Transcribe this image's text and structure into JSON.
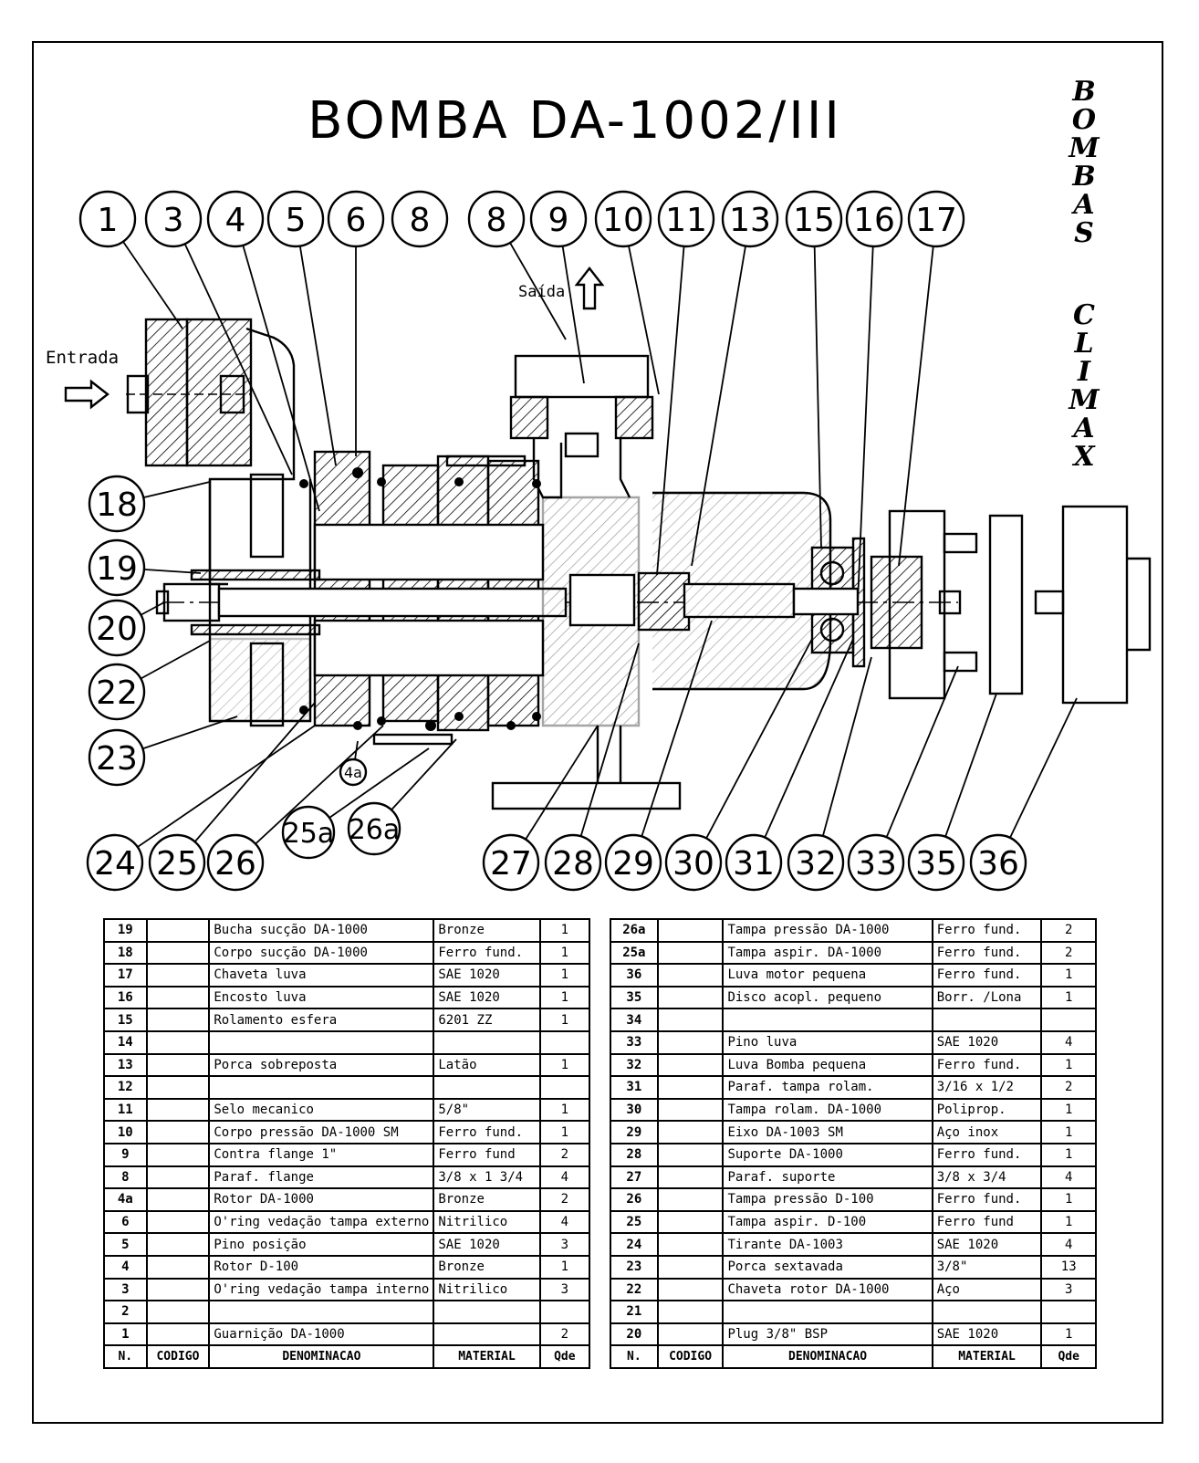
{
  "title": "BOMBA  DA-1002/III",
  "brand": {
    "line1": [
      "B",
      "O",
      "M",
      "B",
      "A",
      "S"
    ],
    "line2": [
      "C",
      "L",
      "I",
      "M",
      "A",
      "X"
    ]
  },
  "annotations": {
    "inlet": "Entrada",
    "outlet": "Saída"
  },
  "callouts_top": [
    "1",
    "3",
    "4",
    "5",
    "6",
    "8",
    "8",
    "9",
    "10",
    "11",
    "13",
    "15",
    "16",
    "17"
  ],
  "callouts_left": [
    "18",
    "19",
    "20",
    "22",
    "23"
  ],
  "callouts_bottom": [
    "24",
    "25",
    "26",
    "25a",
    "26a",
    "27",
    "28",
    "29",
    "30",
    "31",
    "32",
    "33",
    "35",
    "36"
  ],
  "callout_small": "4a",
  "table": {
    "headers": [
      "N.",
      "CODIGO",
      "DENOMINACAO",
      "MATERIAL",
      "Qde"
    ],
    "left_rows": [
      [
        "19",
        "",
        "Bucha sucção DA-1000",
        "Bronze",
        "1"
      ],
      [
        "18",
        "",
        "Corpo sucção DA-1000",
        "Ferro fund.",
        "1"
      ],
      [
        "17",
        "",
        "Chaveta luva",
        "SAE 1020",
        "1"
      ],
      [
        "16",
        "",
        "Encosto luva",
        "SAE 1020",
        "1"
      ],
      [
        "15",
        "",
        "Rolamento esfera",
        "6201 ZZ",
        "1"
      ],
      [
        "14",
        "",
        "",
        "",
        ""
      ],
      [
        "13",
        "",
        "Porca sobreposta",
        "Latão",
        "1"
      ],
      [
        "12",
        "",
        "",
        "",
        ""
      ],
      [
        "11",
        "",
        "Selo mecanico",
        "5/8\"",
        "1"
      ],
      [
        "10",
        "",
        "Corpo pressão DA-1000 SM",
        "Ferro fund.",
        "1"
      ],
      [
        "9",
        "",
        "Contra flange 1\"",
        "Ferro fund",
        "2"
      ],
      [
        "8",
        "",
        "Paraf. flange",
        "3/8 x 1 3/4",
        "4"
      ],
      [
        "4a",
        "",
        "Rotor DA-1000",
        "Bronze",
        "2"
      ],
      [
        "6",
        "",
        "O'ring vedação tampa externo",
        "Nitrilico",
        "4"
      ],
      [
        "5",
        "",
        "Pino posição",
        "SAE 1020",
        "3"
      ],
      [
        "4",
        "",
        "Rotor D-100",
        "Bronze",
        "1"
      ],
      [
        "3",
        "",
        "O'ring vedação tampa interno",
        "Nitrilico",
        "3"
      ],
      [
        "2",
        "",
        "",
        "",
        ""
      ],
      [
        "1",
        "",
        "Guarnição DA-1000",
        "",
        "2"
      ]
    ],
    "right_rows": [
      [
        "26a",
        "",
        "Tampa pressão DA-1000",
        "Ferro fund.",
        "2"
      ],
      [
        "25a",
        "",
        "Tampa aspir. DA-1000",
        "Ferro fund.",
        "2"
      ],
      [
        "36",
        "",
        "Luva motor pequena",
        "Ferro fund.",
        "1"
      ],
      [
        "35",
        "",
        "Disco acopl. pequeno",
        "Borr. /Lona",
        "1"
      ],
      [
        "34",
        "",
        "",
        "",
        ""
      ],
      [
        "33",
        "",
        "Pino luva",
        "SAE 1020",
        "4"
      ],
      [
        "32",
        "",
        "Luva Bomba pequena",
        "Ferro fund.",
        "1"
      ],
      [
        "31",
        "",
        "Paraf. tampa rolam.",
        "3/16 x 1/2",
        "2"
      ],
      [
        "30",
        "",
        "Tampa rolam. DA-1000",
        "Poliprop.",
        "1"
      ],
      [
        "29",
        "",
        "Eixo DA-1003 SM",
        "Aço inox",
        "1"
      ],
      [
        "28",
        "",
        "Suporte DA-1000",
        "Ferro fund.",
        "1"
      ],
      [
        "27",
        "",
        "Paraf. suporte",
        "3/8 x 3/4",
        "4"
      ],
      [
        "26",
        "",
        "Tampa pressão D-100",
        "Ferro fund.",
        "1"
      ],
      [
        "25",
        "",
        "Tampa aspir. D-100",
        "Ferro fund",
        "1"
      ],
      [
        "24",
        "",
        "Tirante DA-1003",
        "SAE 1020",
        "4"
      ],
      [
        "23",
        "",
        "Porca sextavada",
        "3/8\"",
        "13"
      ],
      [
        "22",
        "",
        "Chaveta rotor DA-1000",
        "Aço",
        "3"
      ],
      [
        "21",
        "",
        "",
        "",
        ""
      ],
      [
        "20",
        "",
        "Plug 3/8\" BSP",
        "SAE 1020",
        "1"
      ]
    ]
  }
}
